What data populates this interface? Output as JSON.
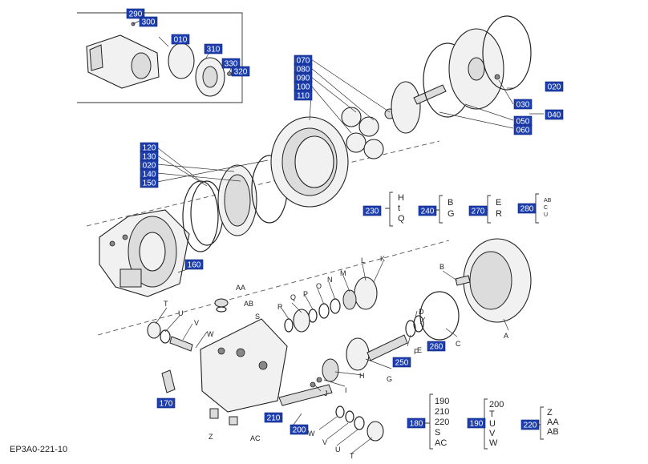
{
  "diagram": {
    "figure_code": "EP3A0-221-10",
    "callouts": [
      "290",
      "300",
      "010",
      "310",
      "330",
      "320",
      "070",
      "080",
      "090",
      "100",
      "110",
      "020",
      "030",
      "040",
      "050",
      "060",
      "120",
      "130",
      "020",
      "140",
      "150",
      "160",
      "230",
      "240",
      "270",
      "280",
      "250",
      "260",
      "210",
      "200",
      "170",
      "180",
      "190",
      "220"
    ],
    "letters": [
      "AA",
      "AB",
      "S",
      "T",
      "U",
      "V",
      "W",
      "R",
      "Q",
      "P",
      "O",
      "N",
      "M",
      "L",
      "K",
      "B",
      "A",
      "C",
      "E",
      "G",
      "H",
      "I",
      "J",
      "D",
      "F",
      "Z",
      "AC",
      "W",
      "V",
      "U",
      "T"
    ],
    "groups": [
      {
        "code": "230",
        "items": [
          "H",
          "t",
          "Q"
        ]
      },
      {
        "code": "240",
        "items": [
          "B",
          "G"
        ]
      },
      {
        "code": "270",
        "items": [
          "E",
          "R"
        ]
      },
      {
        "code": "280",
        "items": [
          "AB",
          "C",
          "U"
        ]
      },
      {
        "code": "180",
        "items": [
          "190",
          "210",
          "220",
          "S",
          "AC"
        ]
      },
      {
        "code": "190",
        "items": [
          "200",
          "T",
          "U",
          "V",
          "W"
        ]
      },
      {
        "code": "220",
        "items": [
          "Z",
          "AA",
          "AB"
        ]
      }
    ]
  }
}
